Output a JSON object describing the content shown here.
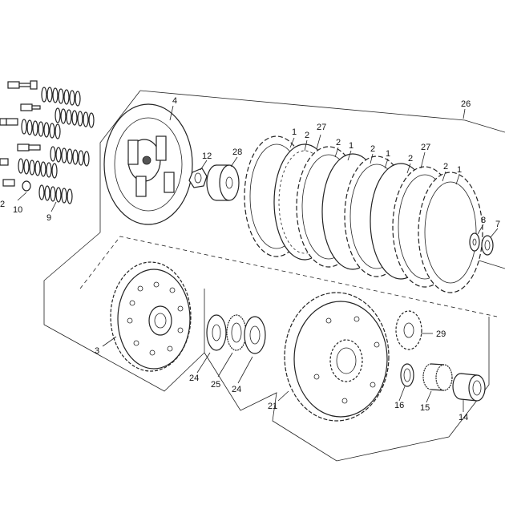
{
  "callouts": {
    "p1a": "1",
    "p1b": "1",
    "p1c": "1",
    "p1d": "1",
    "p2a": "2",
    "p2b": "2",
    "p2c": "2",
    "p2d": "2",
    "p2e": "2",
    "p27a": "27",
    "p27b": "27",
    "p3": "3",
    "p4": "4",
    "p7": "7",
    "p8": "8",
    "p9": "9",
    "p10": "10",
    "p12": "12",
    "p14": "14",
    "p15": "15",
    "p16": "16",
    "p21": "21",
    "p24a": "24",
    "p24b": "24",
    "p25": "25",
    "p26": "26",
    "p28": "28",
    "p29": "29",
    "p2left": "2"
  }
}
